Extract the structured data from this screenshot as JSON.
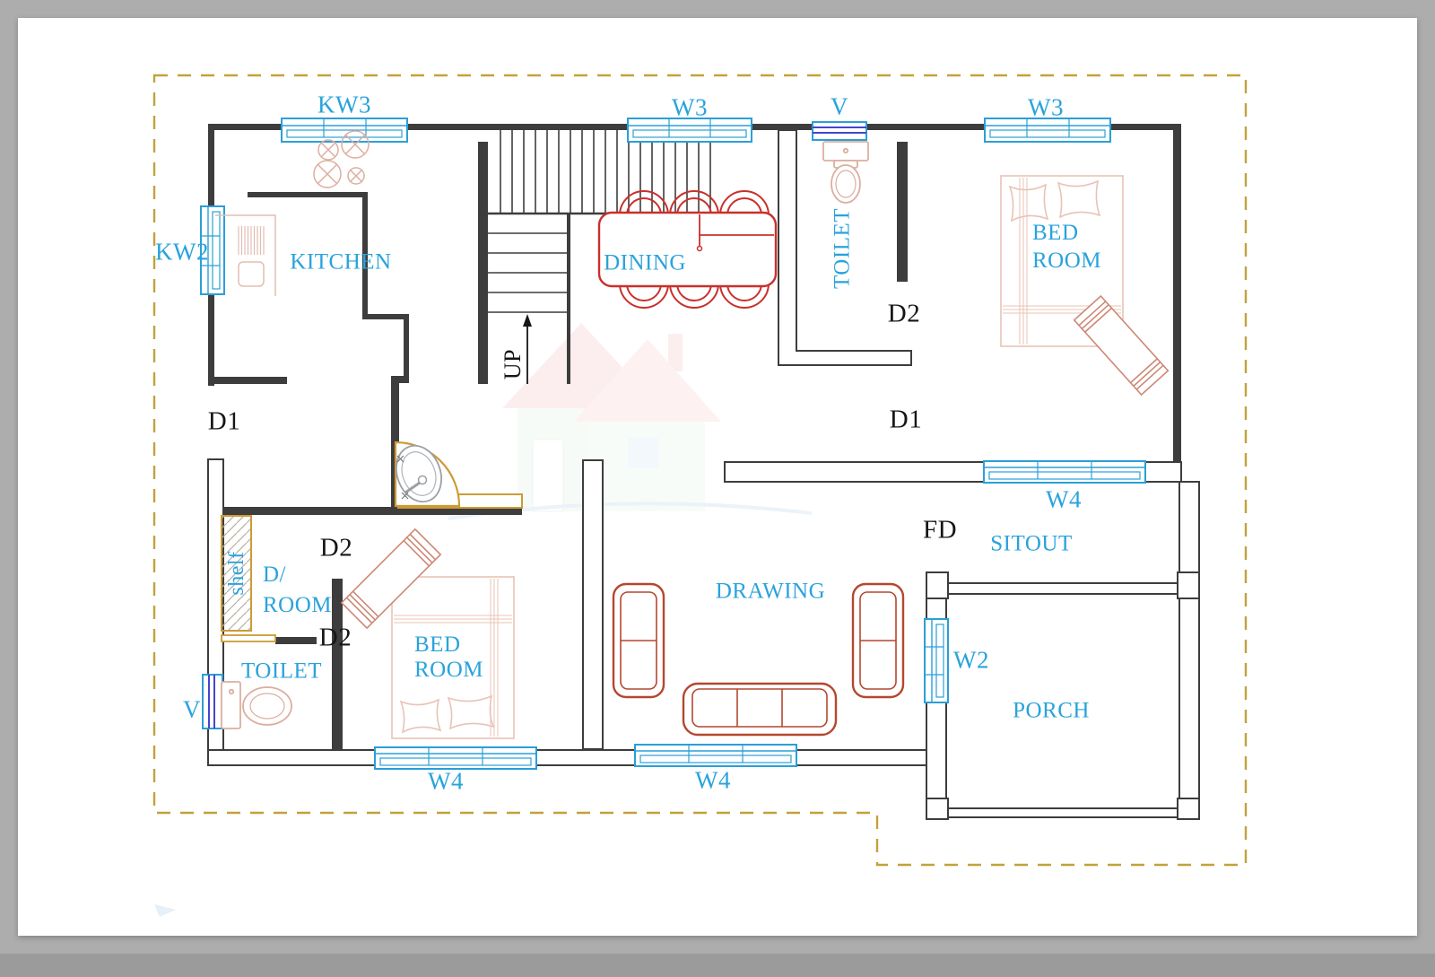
{
  "drawing": {
    "type": "residential floor plan",
    "colors": {
      "label_blue": "#29a3dc",
      "window_blue": "#2a9fd8",
      "ventilator_blue": "#4444d0",
      "wall_dark": "#3d3d3d",
      "dining_red": "#c9302c",
      "sofa_red": "#b5472e",
      "fixture_tan": "#dcae9f",
      "counter_orange": "#cd9b35",
      "site_boundary_dash": "#c2a23a"
    }
  },
  "labels": {
    "kw3": "KW3",
    "w3_top": "W3",
    "v_top": "V",
    "w3_right": "W3",
    "kw2": "KW2",
    "kitchen": "KITCHEN",
    "dining": "DINING",
    "toilet_upper": "TOILET",
    "bed_upper_1": "BED",
    "bed_upper_2": "ROOM",
    "d2_upper": "D2",
    "d1_left": "D1",
    "d1_right": "D1",
    "up": "UP",
    "w4_right": "W4",
    "fd": "FD",
    "sitout": "SITOUT",
    "shelf": "shelf",
    "d2_mid": "D2",
    "droom_1": "D/",
    "droom_2": "ROOM",
    "d2_lower": "D2",
    "toilet_lower": "TOILET",
    "v_lower": "V",
    "bed_lower_1": "BED",
    "bed_lower_2": "ROOM",
    "drawing_room": "DRAWING",
    "w2": "W2",
    "porch": "PORCH",
    "w4_bottom_left": "W4",
    "w4_bottom_mid": "W4"
  }
}
